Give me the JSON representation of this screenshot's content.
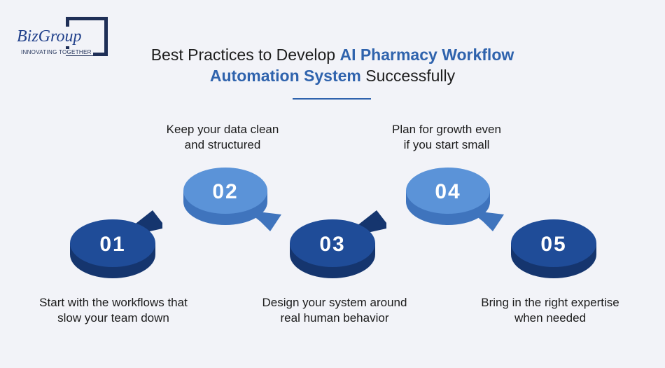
{
  "logo": {
    "brand": "BizGroup",
    "tagline": "INNOVATING TOGETHER"
  },
  "title": {
    "line1_plain": "Best Practices to Develop ",
    "line1_highlight": "AI Pharmacy Workflow",
    "line2_highlight": "Automation System",
    "line2_plain": " Successfully"
  },
  "steps": [
    {
      "number": "01",
      "line1": "Start with the workflows that",
      "line2": "slow your team down"
    },
    {
      "number": "02",
      "line1": "Keep your data clean",
      "line2": "and structured"
    },
    {
      "number": "03",
      "line1": "Design your system around",
      "line2": "real human behavior"
    },
    {
      "number": "04",
      "line1": "Plan for growth even",
      "line2": "if you start small"
    },
    {
      "number": "05",
      "line1": "Bring in the right expertise",
      "line2": "when needed"
    }
  ],
  "colors": {
    "dark_disc": "#1f4c98",
    "dark_disc_side": "#15356e",
    "light_disc": "#5b93d8",
    "light_disc_side": "#3f74bd",
    "highlight": "#2f63ad"
  }
}
